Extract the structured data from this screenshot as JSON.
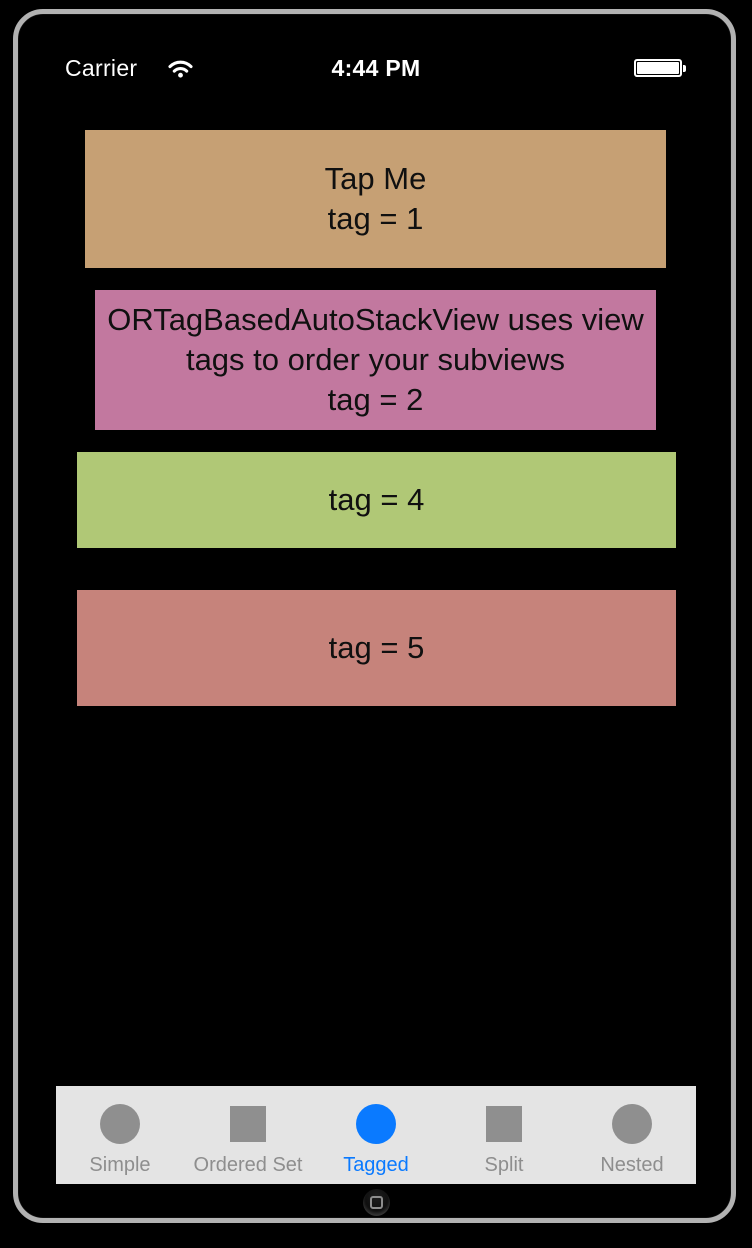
{
  "status_bar": {
    "carrier": "Carrier",
    "time": "4:44 PM",
    "battery_level": "full"
  },
  "stack_views": [
    {
      "name": "tag-1",
      "color": "#c6a074",
      "lines": [
        "Tap Me",
        "tag = 1"
      ]
    },
    {
      "name": "tag-2",
      "color": "#c2789f",
      "lines": [
        "ORTagBasedAutoStackView uses view tags to order your subviews",
        "tag = 2"
      ]
    },
    {
      "name": "tag-4",
      "color": "#b0c876",
      "lines": [
        "tag = 4"
      ]
    },
    {
      "name": "tag-5",
      "color": "#c6837b",
      "lines": [
        "tag = 5"
      ]
    }
  ],
  "tab_bar": {
    "tabs": [
      {
        "label": "Simple",
        "icon": "circle-icon",
        "selected": false
      },
      {
        "label": "Ordered Set",
        "icon": "square-icon",
        "selected": false
      },
      {
        "label": "Tagged",
        "icon": "circle-icon",
        "selected": true
      },
      {
        "label": "Split",
        "icon": "square-icon",
        "selected": false
      },
      {
        "label": "Nested",
        "icon": "circle-icon",
        "selected": false
      }
    ],
    "selected_color": "#0a7aff",
    "inactive_icon_color": "#8f8f8f",
    "inactive_label_color": "#8e8e8e"
  }
}
